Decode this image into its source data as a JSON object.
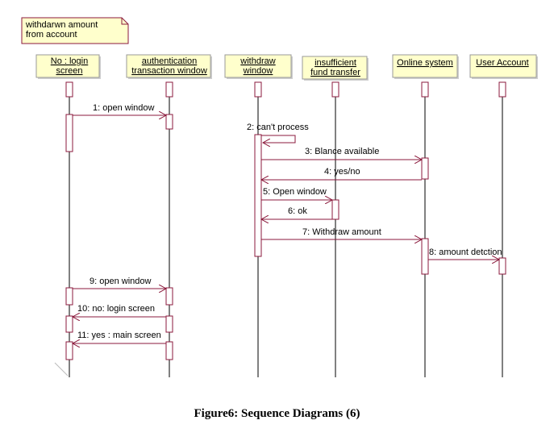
{
  "note": {
    "lines": [
      "withdarwn amount",
      "from account"
    ]
  },
  "lifelines": [
    {
      "id": "login",
      "lines": [
        "No : login",
        "screen"
      ]
    },
    {
      "id": "auth",
      "lines": [
        "authentication",
        "transaction window"
      ]
    },
    {
      "id": "withdraw",
      "lines": [
        "withdraw",
        "window"
      ]
    },
    {
      "id": "insufficient",
      "lines": [
        "insufficient",
        "fund transfer"
      ]
    },
    {
      "id": "online",
      "lines": [
        "Online system"
      ]
    },
    {
      "id": "account",
      "lines": [
        "User Account"
      ]
    }
  ],
  "messages": [
    {
      "label": "1: open window",
      "from": "login",
      "to": "auth"
    },
    {
      "label": "2: can't process",
      "from": "withdraw",
      "to": "withdraw",
      "self": true
    },
    {
      "label": "3: Blance available",
      "from": "withdraw",
      "to": "online"
    },
    {
      "label": "4: yes/no",
      "from": "online",
      "to": "withdraw"
    },
    {
      "label": "5: Open window",
      "from": "withdraw",
      "to": "insufficient"
    },
    {
      "label": "6: ok",
      "from": "insufficient",
      "to": "withdraw"
    },
    {
      "label": "7: Withdraw amount",
      "from": "withdraw",
      "to": "online"
    },
    {
      "label": "8: amount detction",
      "from": "online",
      "to": "account"
    },
    {
      "label": "9: open window",
      "from": "login",
      "to": "auth"
    },
    {
      "label": "10: no: login screen",
      "from": "auth",
      "to": "login"
    },
    {
      "label": "11: yes : main screen",
      "from": "auth",
      "to": "login"
    }
  ],
  "caption": "Figure6: Sequence Diagrams (6)",
  "colors": {
    "line": "#8b1a3c",
    "head_fill": "#ffffcc",
    "note_fill": "#ffffcc",
    "lifeline": "#000000"
  }
}
